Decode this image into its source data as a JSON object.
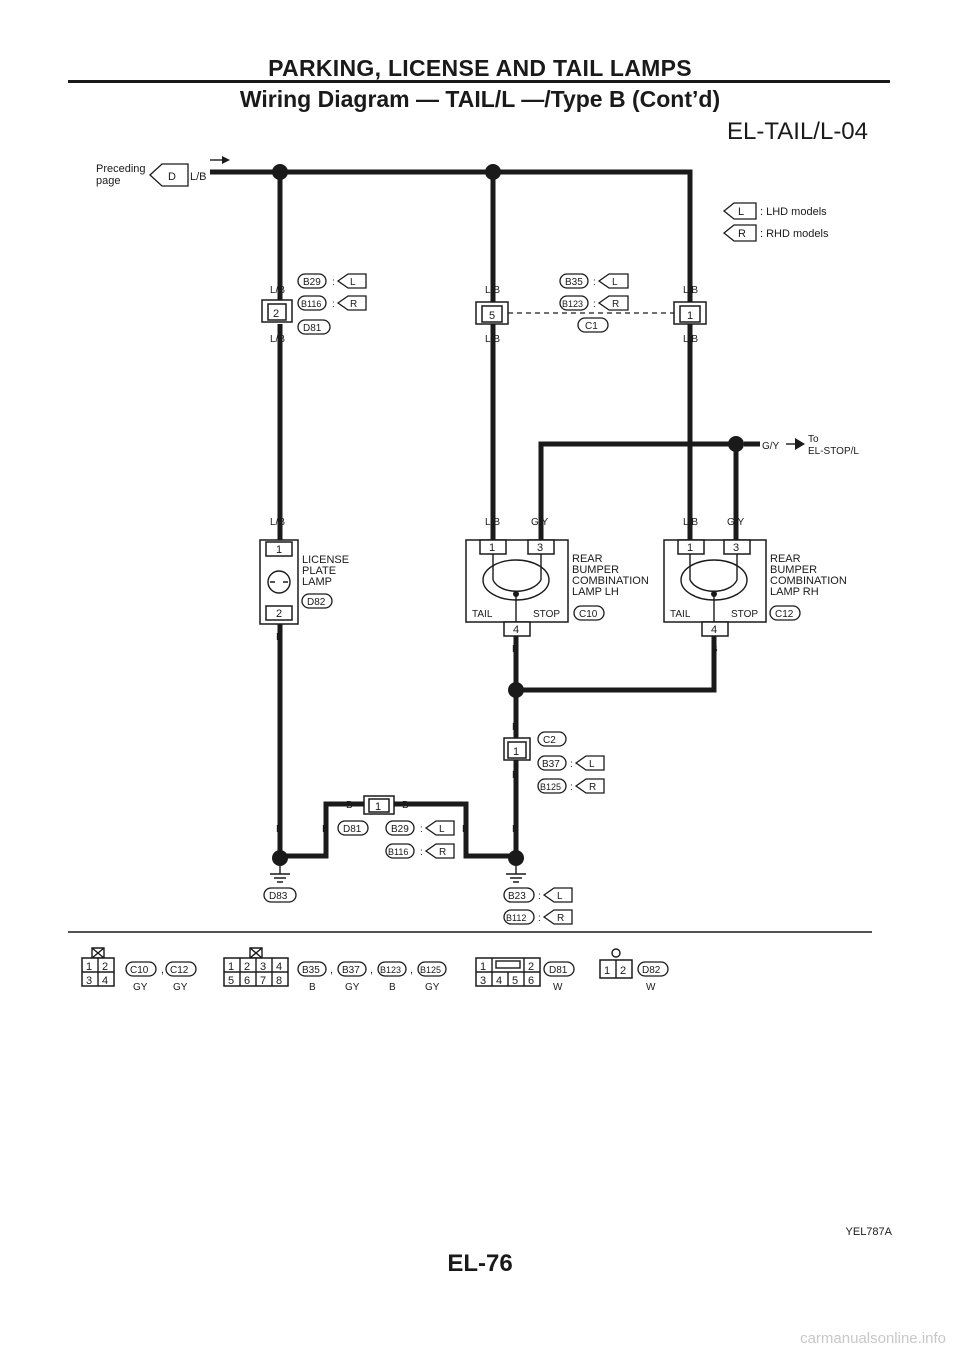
{
  "header": {
    "section_title": "PARKING, LICENSE AND TAIL LAMPS",
    "subtitle": "Wiring Diagram — TAIL/L —/Type B (Cont’d)",
    "diagram_code": "EL-TAIL/L-04"
  },
  "footer": {
    "figure_code": "YEL787A",
    "page_number": "EL-76",
    "watermark": "carmanualsonline.info"
  },
  "legend": {
    "lhd_tag": "L",
    "lhd_text": ": LHD models",
    "rhd_tag": "R",
    "rhd_text": ": RHD models"
  },
  "page_ref": {
    "line1": "Preceding",
    "line2": "page",
    "tag": "D",
    "wire": "L/B"
  },
  "to_ref": {
    "wire": "G/Y",
    "line1": "To",
    "line2": "EL-STOP/L"
  },
  "wires": {
    "lb": "L/B",
    "gy": "G/Y",
    "b": "B"
  },
  "connectors": {
    "d81": {
      "id": "D81",
      "pin": "2",
      "lhd": "B29",
      "rhd": "B116",
      "lhd_tag": "L",
      "rhd_tag": "R",
      "colon": ":"
    },
    "c1": {
      "id": "C1",
      "pin_left": "5",
      "pin_right": "1",
      "lhd": "B35",
      "rhd": "B123",
      "lhd_tag": "L",
      "rhd_tag": "R",
      "colon": ":"
    },
    "c2": {
      "id": "C2",
      "pin": "1",
      "lhd": "B37",
      "rhd": "B125",
      "lhd_tag": "L",
      "rhd_tag": "R",
      "colon": ":"
    },
    "d81_ground": {
      "id": "D81",
      "pin": "1",
      "lhd": "B29",
      "rhd": "B116",
      "lhd_tag": "L",
      "rhd_tag": "R",
      "colon": ":"
    }
  },
  "components": {
    "license_lamp": {
      "name_lines": [
        "LICENSE",
        "PLATE",
        "LAMP"
      ],
      "id": "D82",
      "pin_top": "1",
      "pin_bottom": "2"
    },
    "lamp_lh": {
      "name_lines": [
        "REAR",
        "BUMPER",
        "COMBINATION",
        "LAMP LH"
      ],
      "id": "C10",
      "pin_tail": "1",
      "pin_stop": "3",
      "pin_ground": "4",
      "tail_label": "TAIL",
      "stop_label": "STOP"
    },
    "lamp_rh": {
      "name_lines": [
        "REAR",
        "BUMPER",
        "COMBINATION",
        "LAMP RH"
      ],
      "id": "C12",
      "pin_tail": "1",
      "pin_stop": "3",
      "pin_ground": "4",
      "tail_label": "TAIL",
      "stop_label": "STOP"
    }
  },
  "grounds": {
    "left": {
      "id": "D83"
    },
    "right": {
      "id": "B23",
      "alt_id": "B112",
      "lhd_tag": "L",
      "rhd_tag": "R",
      "colon": ":"
    }
  },
  "connector_views": [
    {
      "pins_top": [
        "1",
        "2"
      ],
      "pins_bottom": [
        "3",
        "4"
      ],
      "labels": [
        {
          "id": "C10",
          "color": "GY"
        },
        {
          "id": "C12",
          "color": "GY"
        }
      ],
      "sep": ","
    },
    {
      "pins_top": [
        "1",
        "2",
        "3",
        "4"
      ],
      "pins_bottom": [
        "5",
        "6",
        "7",
        "8"
      ],
      "labels": [
        {
          "id": "B35",
          "color": "B"
        },
        {
          "id": "B37",
          "color": "GY"
        },
        {
          "id": "B123",
          "color": "B"
        },
        {
          "id": "B125",
          "color": "GY"
        }
      ],
      "sep": ","
    },
    {
      "pins_top": [
        "1",
        "2"
      ],
      "pins_bottom": [
        "3",
        "4",
        "5",
        "6"
      ],
      "labels": [
        {
          "id": "D81",
          "color": "W"
        }
      ]
    },
    {
      "pins_top": [
        "1",
        "2"
      ],
      "pins_bottom": [],
      "labels": [
        {
          "id": "D82",
          "color": "W"
        }
      ]
    }
  ]
}
